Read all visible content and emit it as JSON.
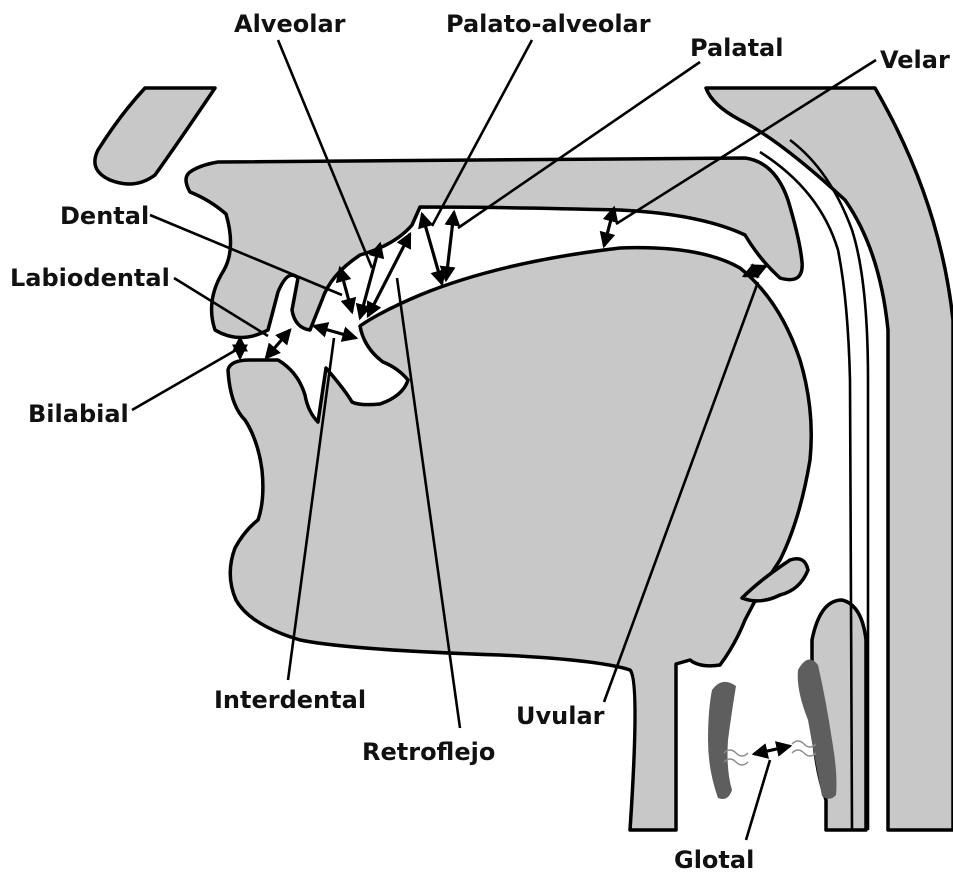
{
  "title": "",
  "labels": {
    "alveolar": "Alveolar",
    "palato_alveolar": "Palato-alveolar",
    "palatal": "Palatal",
    "velar": "Velar",
    "dental": "Dental",
    "labiodental": "Labiodental",
    "bilabial": "Bilabial",
    "interdental": "Interdental",
    "retroflejo": "Retroflejo",
    "uvular": "Uvular",
    "glotal": "Glotal"
  },
  "colors": {
    "tissue": "#c8c8c8",
    "outline": "#000000",
    "vocal_folds": "#5e5e5e",
    "background": "#ffffff"
  }
}
